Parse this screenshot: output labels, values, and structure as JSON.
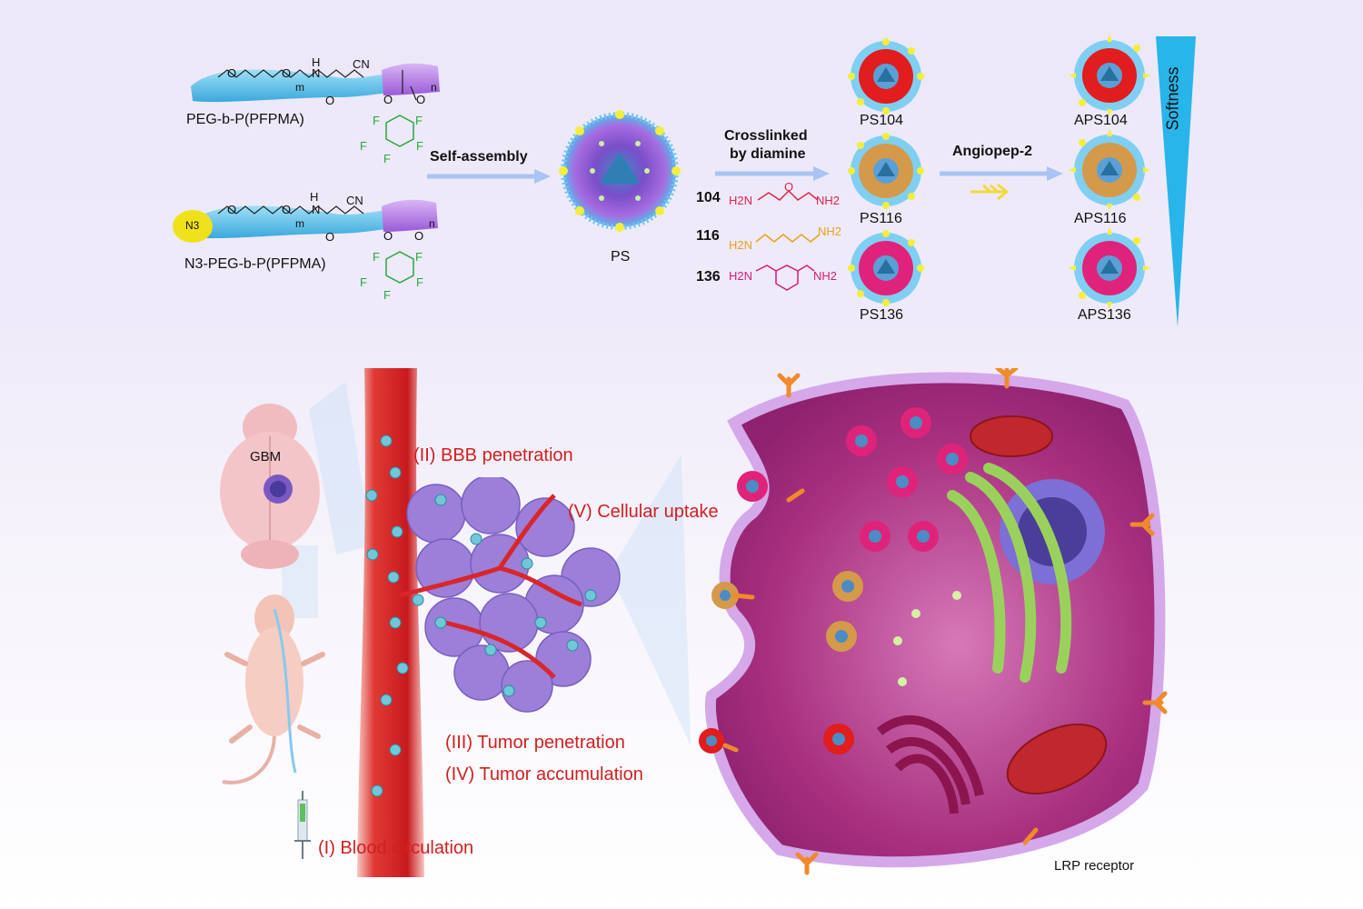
{
  "top": {
    "polymer1_label": "PEG-b-P(PFPMA)",
    "polymer2_label": "N3-PEG-b-P(PFPMA)",
    "polymer_atoms": {
      "o": "O",
      "h": "H",
      "n_atom": "N",
      "cn": "CN",
      "m": "m",
      "n": "n",
      "f": "F",
      "n3": "N3"
    },
    "self_assembly": "Self-assembly",
    "ps_label": "PS",
    "crosslinked": "Crosslinked",
    "by_diamine": "by diamine",
    "diamines": [
      {
        "code": "104",
        "color": "#e0234a"
      },
      {
        "code": "116",
        "color": "#e7a21c"
      },
      {
        "code": "136",
        "color": "#d81a7a"
      }
    ],
    "nh2": "NH2",
    "h2n": "H2N",
    "o_atom": "O",
    "ps_variants": [
      {
        "label": "PS104",
        "core": "#e11d1d"
      },
      {
        "label": "PS116",
        "core": "#d49a4a"
      },
      {
        "label": "PS136",
        "core": "#e0237a"
      }
    ],
    "angiopep": "Angiopep-2",
    "aps_variants": [
      {
        "label": "APS104",
        "core": "#e11d1d"
      },
      {
        "label": "APS116",
        "core": "#d49a4a"
      },
      {
        "label": "APS136",
        "core": "#e0237a"
      }
    ],
    "softness": "Softness"
  },
  "bottom": {
    "gbm": "GBM",
    "step1": "(I) Blood circulation",
    "step2": "(II) BBB penetration",
    "step3": "(III) Tumor penetration",
    "step4": "(IV) Tumor accumulation",
    "step5": "(V) Cellular uptake",
    "lrp": "LRP receptor"
  },
  "colors": {
    "peg": "#5cc3ec",
    "pfpma": "#b67ee6",
    "n3_cap": "#f0e21a",
    "fluoro_ring": "#2aa640",
    "arrow": "#a9c3f2",
    "vessel": "#d9262b",
    "tumor": "#9c7fd8",
    "cell": "#b7398e",
    "membrane": "#c79ee2",
    "softness": "#27b5ea",
    "text_red": "#d11f1f"
  }
}
